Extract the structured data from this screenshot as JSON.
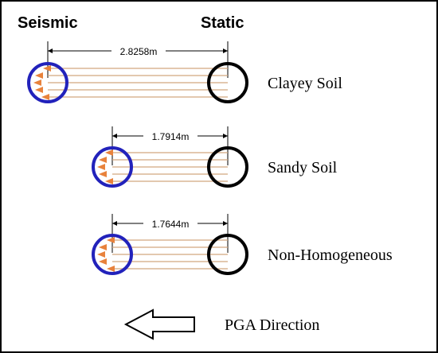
{
  "headers": {
    "seismic": "Seismic",
    "static": "Static"
  },
  "colors": {
    "seismic_ring": "#2222bb",
    "static_ring": "#000000",
    "line": "#d2a77f",
    "arrow": "#e8823c"
  },
  "cases": [
    {
      "label": "Clayey Soil",
      "distance": "2.8258m"
    },
    {
      "label": "Sandy Soil",
      "distance": "1.7914m"
    },
    {
      "label": "Non-Homogeneous",
      "distance": "1.7644m"
    }
  ],
  "pga": {
    "label": "PGA Direction",
    "arrow_icon": "left-arrow-outline-icon"
  }
}
